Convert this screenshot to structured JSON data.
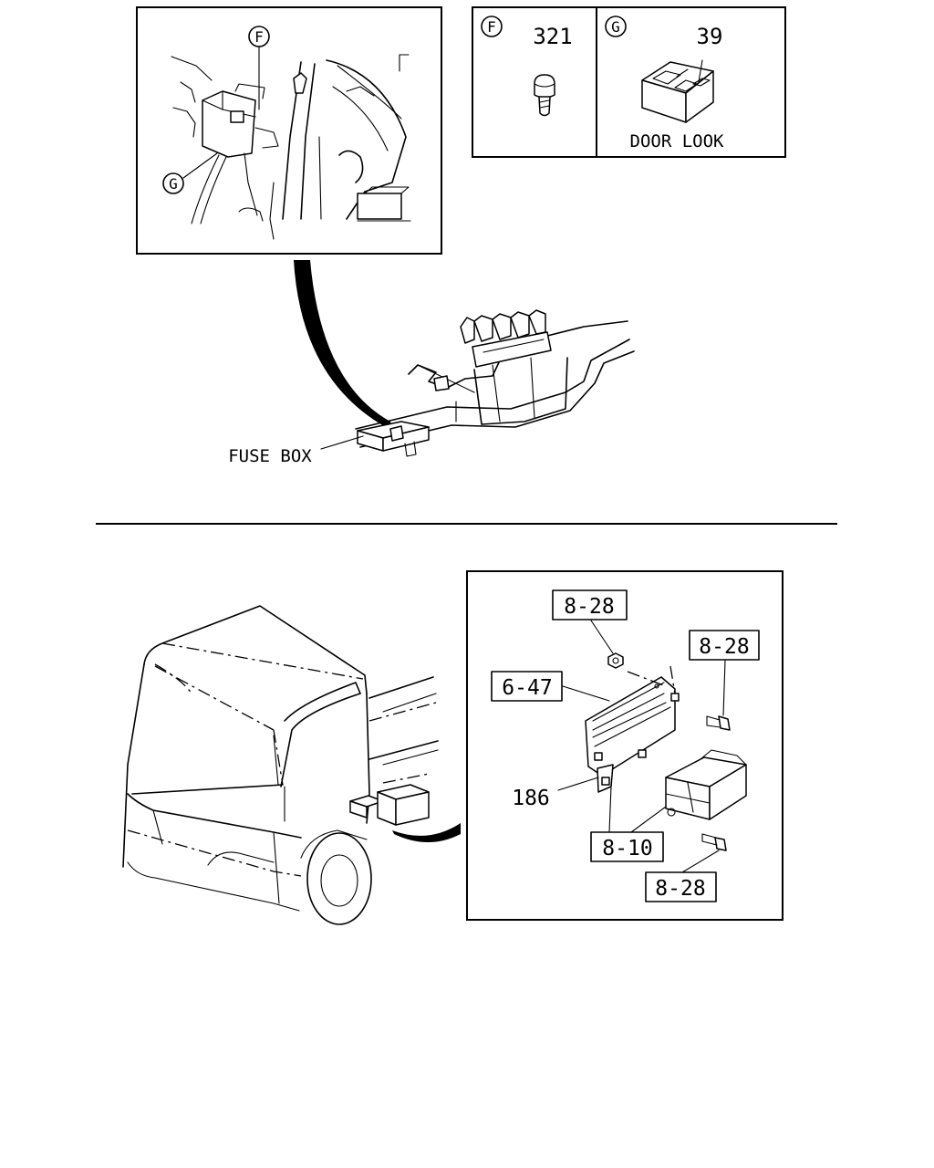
{
  "callouts": {
    "F": "F",
    "G": "G"
  },
  "detail_f": {
    "letter": "F",
    "part_no": "321"
  },
  "detail_g": {
    "letter": "G",
    "part_no": "39",
    "label": "DOOR LOOK"
  },
  "fuse_box_label": "FUSE BOX",
  "mount_refs": {
    "nut_top": "8-28",
    "bolt_right": "8-28",
    "bracket": "6-47",
    "plate": "186",
    "fuse_block": "8-10",
    "bolt_bottom": "8-28"
  }
}
